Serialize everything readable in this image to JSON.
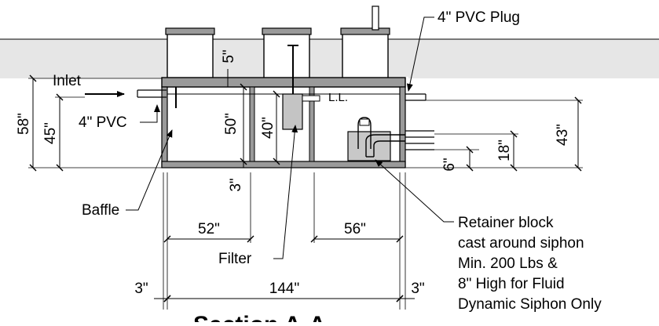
{
  "diagram": {
    "labels": {
      "inlet": "Inlet",
      "pvc_inlet": "4\" PVC",
      "pvc_plug": "4\" PVC Plug",
      "ll": "L.L.",
      "baffle": "Baffle",
      "filter": "Filter",
      "retainer_line1": "Retainer block",
      "retainer_line2": "cast around siphon",
      "retainer_line3": "Min. 200 Lbs &",
      "retainer_line4": "8\" High for Fluid",
      "retainer_line5": "Dynamic Siphon Only",
      "section_title": "Section A-A"
    },
    "dimensions": {
      "d58": "58\"",
      "d45": "45\"",
      "d5": "5\"",
      "d50": "50\"",
      "d40": "40\"",
      "d43": "43\"",
      "d18": "18\"",
      "d6": "6\"",
      "d3_wall": "3\"",
      "d52": "52\"",
      "d56": "56\"",
      "d144": "144\"",
      "d3_left": "3\"",
      "d3_right": "3\""
    },
    "colors": {
      "ground": "#e6e6e6",
      "tank_wall": "#9a9a9a",
      "filter_fill": "#c4c4c4",
      "retainer_fill": "#c8c8c8",
      "line": "#000000"
    }
  }
}
